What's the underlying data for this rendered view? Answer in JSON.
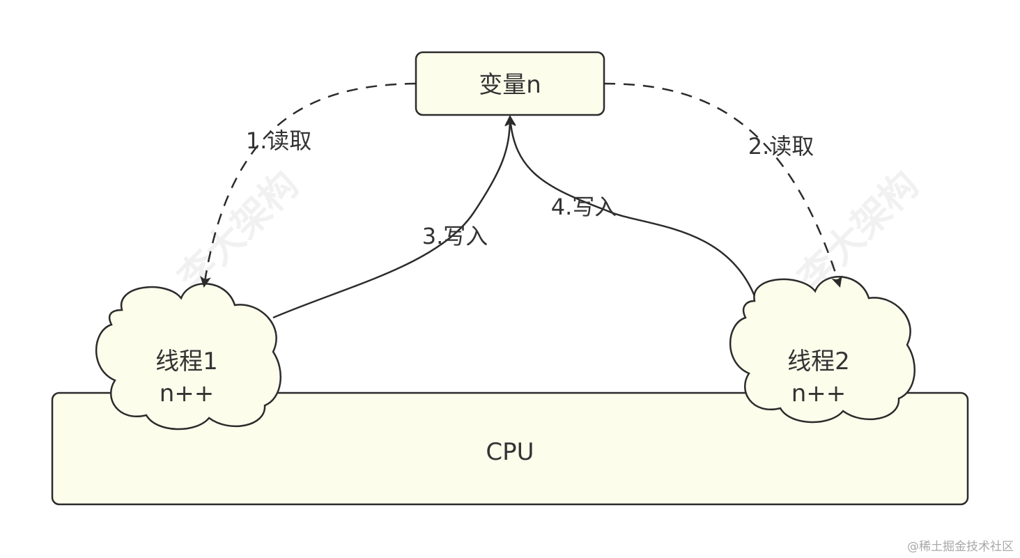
{
  "nodes": {
    "variable": {
      "label": "变量n"
    },
    "cpu": {
      "label": "CPU"
    },
    "thread1": {
      "line1": "线程1",
      "line2": "n++"
    },
    "thread2": {
      "line1": "线程2",
      "line2": "n++"
    }
  },
  "edges": {
    "read1": "1.读取",
    "read2": "2.读取",
    "write3": "3.写入",
    "write4": "4.写入"
  },
  "watermark": "李大架构",
  "credit": "@稀土掘金技术社区",
  "colors": {
    "node_fill": "#fdfdec",
    "stroke": "#2b2b2b",
    "text": "#333333"
  }
}
